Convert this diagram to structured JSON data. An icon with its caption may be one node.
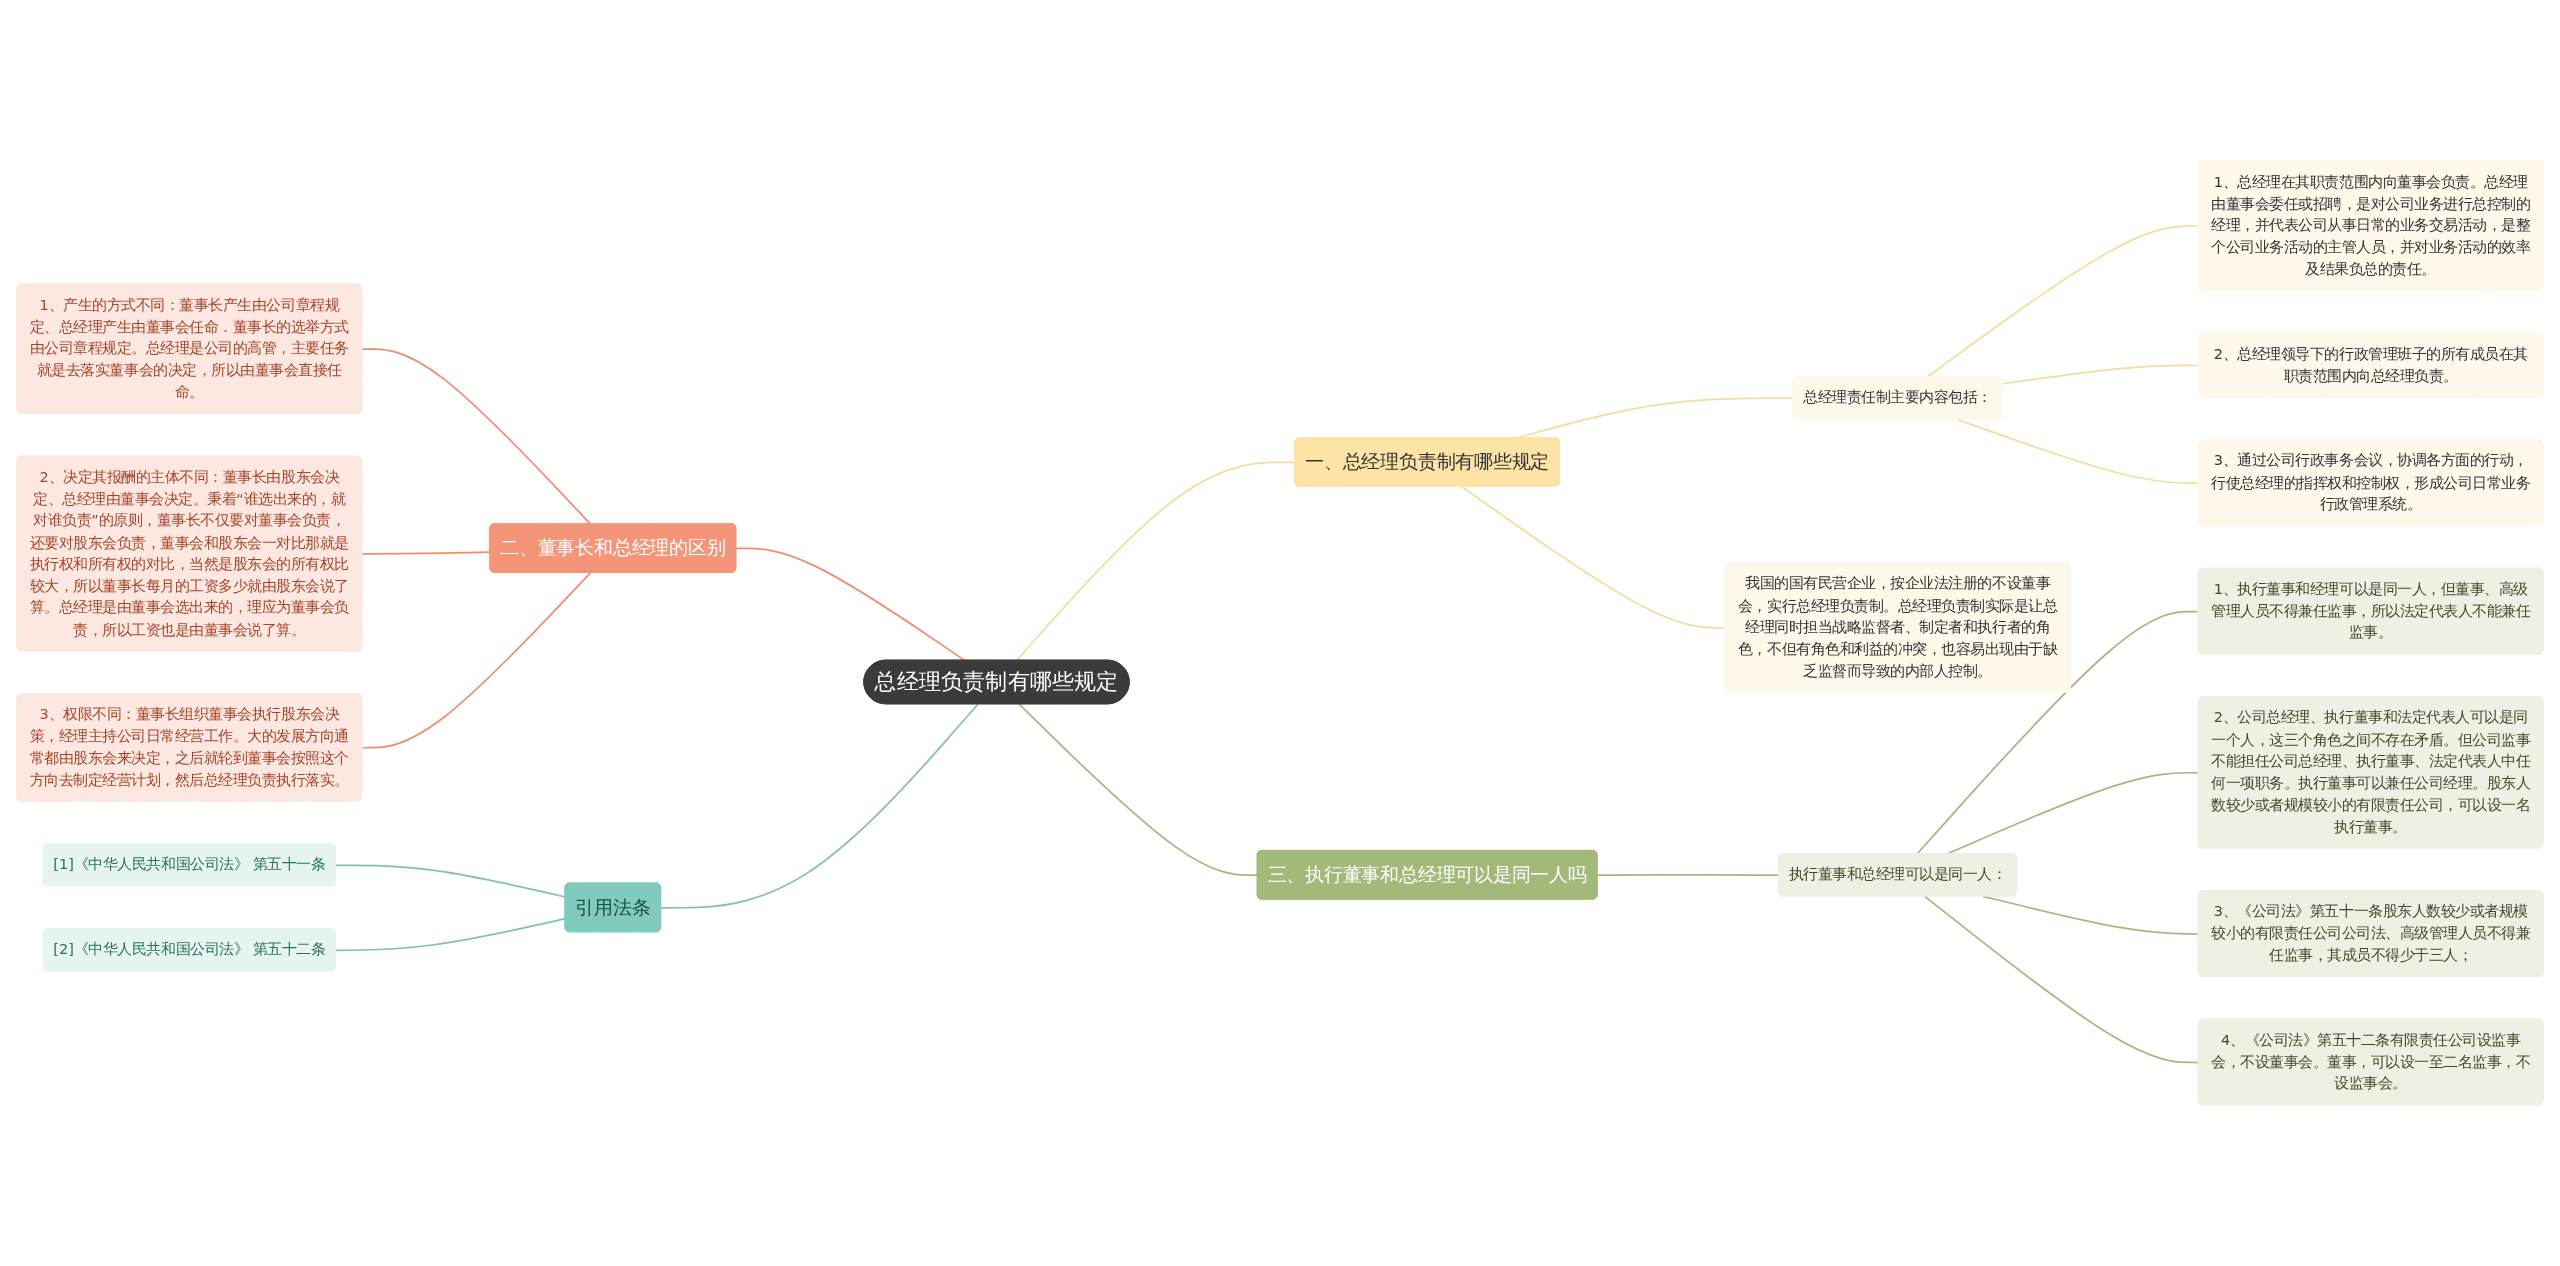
{
  "diagram": {
    "nodes": [
      {
        "text": [
          "总经理负责制有哪些规定"
        ]
      },
      {
        "text": [
          "一、总经理负责制有哪些规定"
        ]
      },
      {
        "text": [
          "我国的国有民营企业，按企业法注册的不设董事会，实行总经理负责制。总经理负责制实际是让总经理同时担当战略监督者、制定者和执行者的角色，不但有角色和利益的冲突，也容易出现由于缺乏监督而导致的内部人控制。"
        ]
      },
      {
        "text": [
          "总经理责任制主要内容包括："
        ]
      },
      {
        "text": [
          "1、总经理在其职责范围内向董事会负责。总经理由董事会委任或招聘，是对公司业务进行总控制的经理，并代表公司从事日常的业务交易活动，是整个公司业务活动的主管人员，并对业务活动的效率及结果负总的责任。"
        ]
      },
      {
        "text": [
          "2、总经理领导下的行政管理班子的所有成员在其职责范围内向总经理负责。"
        ]
      },
      {
        "text": [
          "3、通过公司行政事务会议，协调各方面的行动，行使总经理的指挥权和控制权，形成公司日常业务行政管理系统。"
        ]
      },
      {
        "text": [
          "三、执行董事和总经理可以是同一人吗"
        ]
      },
      {
        "text": [
          "执行董事和总经理可以是同一人："
        ]
      },
      {
        "text": [
          "1、执行董事和经理可以是同一人，但董事、高级管理人员不得兼任监事，所以法定代表人不能兼任监事。"
        ]
      },
      {
        "text": [
          "2、公司总经理、执行董事和法定代表人可以是同一个人，这三个角色之间不存在矛盾。但公司监事不能担任公司总经理、执行董事、法定代表人中任何一项职务。执行董事可以兼任公司经理。股东人数较少或者规模较小的有限责任公司，可以设一名执行董事。"
        ]
      },
      {
        "text": [
          "3、《公司法》第五十一条股东人数较少或者规模较小的有限责任公司公司法、高级管理人员不得兼任监事，其成员不得少于三人；"
        ]
      },
      {
        "text": [
          "4、《公司法》第五十二条有限责任公司设监事会，不设董事会。董事，可以设一至二名监事，不设监事会。"
        ]
      },
      {
        "text": [
          "二、董事长和总经理的区别"
        ]
      },
      {
        "text": [
          "1、产生的方式不同：董事长产生由公司章程规定、总经理产生由董事会任命．董事长的选举方式由公司章程规定。总经理是公司的高管，主要任务就是去落实董事会的决定，所以由董事会直接任命。"
        ]
      },
      {
        "text": [
          "2、决定其报酬的主体不同：董事长由股东会决定、总经理由董事会决定。秉着“谁选出来的，就对谁负责”的原则，董事长不仅要对董事会负责，还要对股东会负责，董事会和股东会一对比那就是执行权和所有权的对比，当然是股东会的所有权比较大，所以董事长每月的工资多少就由股东会说了算。总经理是由董事会选出来的，理应为董事会负责，所以工资也是由董事会说了算。"
        ]
      },
      {
        "text": [
          "3、权限不同：董事长组织董事会执行股东会决策，经理主持公司日常经营工作。大的发展方向通常都由股东会来决定，之后就轮到董事会按照这个方向去制定经营计划，然后总经理负责执行落实。"
        ]
      },
      {
        "text": [
          "引用法条"
        ]
      },
      {
        "text": [
          "[1]《中华人民共和国公司法》 第五十一条"
        ]
      },
      {
        "text": [
          "[2]《中华人民共和国公司法》 第五十二条"
        ]
      }
    ],
    "edges": [
      {
        "from": 0,
        "to": 1,
        "arrow": "none",
        "color": "#f6dc9c"
      },
      {
        "from": 1,
        "to": 2,
        "arrow": "none",
        "color": "#f6dc9c"
      },
      {
        "from": 1,
        "to": 3,
        "arrow": "none",
        "color": "#f6dc9c"
      },
      {
        "from": 3,
        "to": 4,
        "arrow": "none",
        "color": "#f6dc9c"
      },
      {
        "from": 3,
        "to": 5,
        "arrow": "none",
        "color": "#f6dc9c"
      },
      {
        "from": 3,
        "to": 6,
        "arrow": "none",
        "color": "#f6dc9c"
      },
      {
        "from": 0,
        "to": 7,
        "arrow": "none",
        "color": "#a3b97a"
      },
      {
        "from": 7,
        "to": 8,
        "arrow": "none",
        "color": "#a3b97a"
      },
      {
        "from": 8,
        "to": 9,
        "arrow": "none",
        "color": "#a3b97a"
      },
      {
        "from": 8,
        "to": 10,
        "arrow": "none",
        "color": "#a3b97a"
      },
      {
        "from": 8,
        "to": 11,
        "arrow": "none",
        "color": "#a3b97a"
      },
      {
        "from": 8,
        "to": 12,
        "arrow": "none",
        "color": "#a3b97a"
      },
      {
        "from": 0,
        "to": 13,
        "arrow": "none",
        "color": "#ef8c6b"
      },
      {
        "from": 13,
        "to": 14,
        "arrow": "none",
        "color": "#ef8c6b"
      },
      {
        "from": 13,
        "to": 15,
        "arrow": "none",
        "color": "#ef8c6b"
      },
      {
        "from": 13,
        "to": 16,
        "arrow": "none",
        "color": "#ef8c6b"
      },
      {
        "from": 0,
        "to": 17,
        "arrow": "none",
        "color": "#7fc0b2"
      },
      {
        "from": 17,
        "to": 18,
        "arrow": "none",
        "color": "#7fc0b2"
      },
      {
        "from": 17,
        "to": 19,
        "arrow": "none",
        "color": "#7fc0b2"
      }
    ]
  }
}
